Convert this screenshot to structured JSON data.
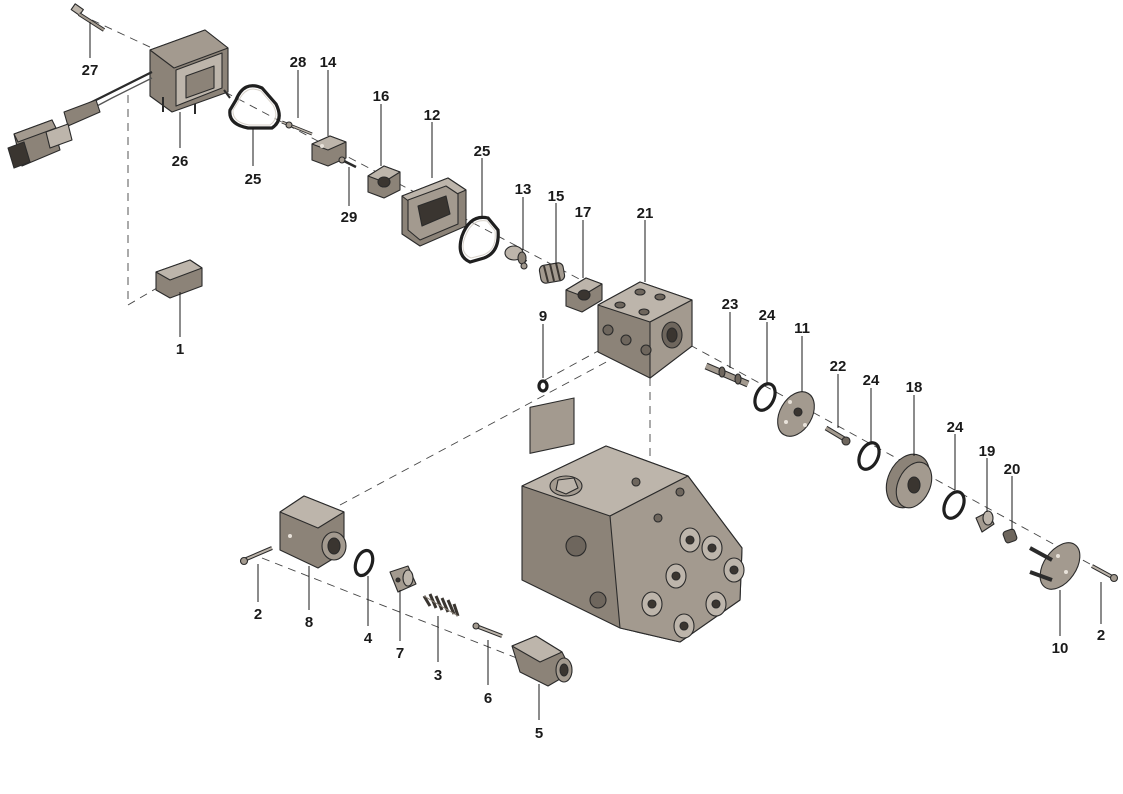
{
  "callouts": [
    {
      "id": "c27a",
      "label": "27"
    },
    {
      "id": "c28",
      "label": "28"
    },
    {
      "id": "c14",
      "label": "14"
    },
    {
      "id": "c16",
      "label": "16"
    },
    {
      "id": "c12",
      "label": "12"
    },
    {
      "id": "c26",
      "label": "26"
    },
    {
      "id": "c25a",
      "label": "25"
    },
    {
      "id": "c29",
      "label": "29"
    },
    {
      "id": "c25b",
      "label": "25"
    },
    {
      "id": "c13",
      "label": "13"
    },
    {
      "id": "c15",
      "label": "15"
    },
    {
      "id": "c17",
      "label": "17"
    },
    {
      "id": "c21",
      "label": "21"
    },
    {
      "id": "c1",
      "label": "1"
    },
    {
      "id": "c9",
      "label": "9"
    },
    {
      "id": "c23",
      "label": "23"
    },
    {
      "id": "c24a",
      "label": "24"
    },
    {
      "id": "c11",
      "label": "11"
    },
    {
      "id": "c22",
      "label": "22"
    },
    {
      "id": "c24b",
      "label": "24"
    },
    {
      "id": "c18",
      "label": "18"
    },
    {
      "id": "c24c",
      "label": "24"
    },
    {
      "id": "c19",
      "label": "19"
    },
    {
      "id": "c20",
      "label": "20"
    },
    {
      "id": "c2a",
      "label": "2"
    },
    {
      "id": "c8",
      "label": "8"
    },
    {
      "id": "c4",
      "label": "4"
    },
    {
      "id": "c7",
      "label": "7"
    },
    {
      "id": "c3",
      "label": "3"
    },
    {
      "id": "c6",
      "label": "6"
    },
    {
      "id": "c5",
      "label": "5"
    },
    {
      "id": "c10",
      "label": "10"
    },
    {
      "id": "c2b",
      "label": "2"
    }
  ]
}
